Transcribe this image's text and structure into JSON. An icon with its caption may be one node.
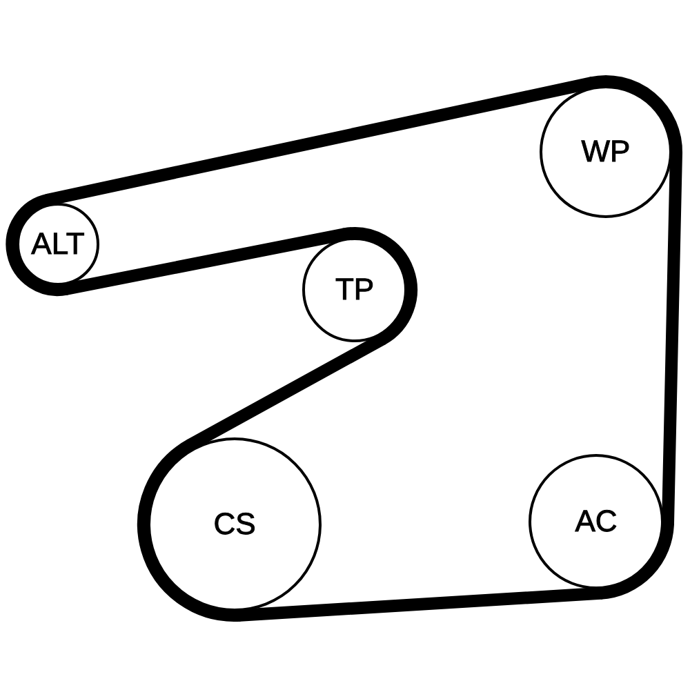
{
  "diagram": {
    "nodes": [
      {
        "text": [
          "WP"
        ]
      },
      {
        "text": [
          "ALT"
        ]
      },
      {
        "text": [
          "TP"
        ]
      },
      {
        "text": [
          "CS"
        ]
      },
      {
        "text": [
          "AC"
        ]
      }
    ],
    "edges": [
      {
        "from": 1,
        "to": 0,
        "arrow": "none"
      },
      {
        "from": 0,
        "to": 4,
        "arrow": "none"
      },
      {
        "from": 4,
        "to": 3,
        "arrow": "none"
      },
      {
        "from": 3,
        "to": 2,
        "arrow": "none"
      },
      {
        "from": 2,
        "to": 1,
        "arrow": "none"
      }
    ]
  }
}
